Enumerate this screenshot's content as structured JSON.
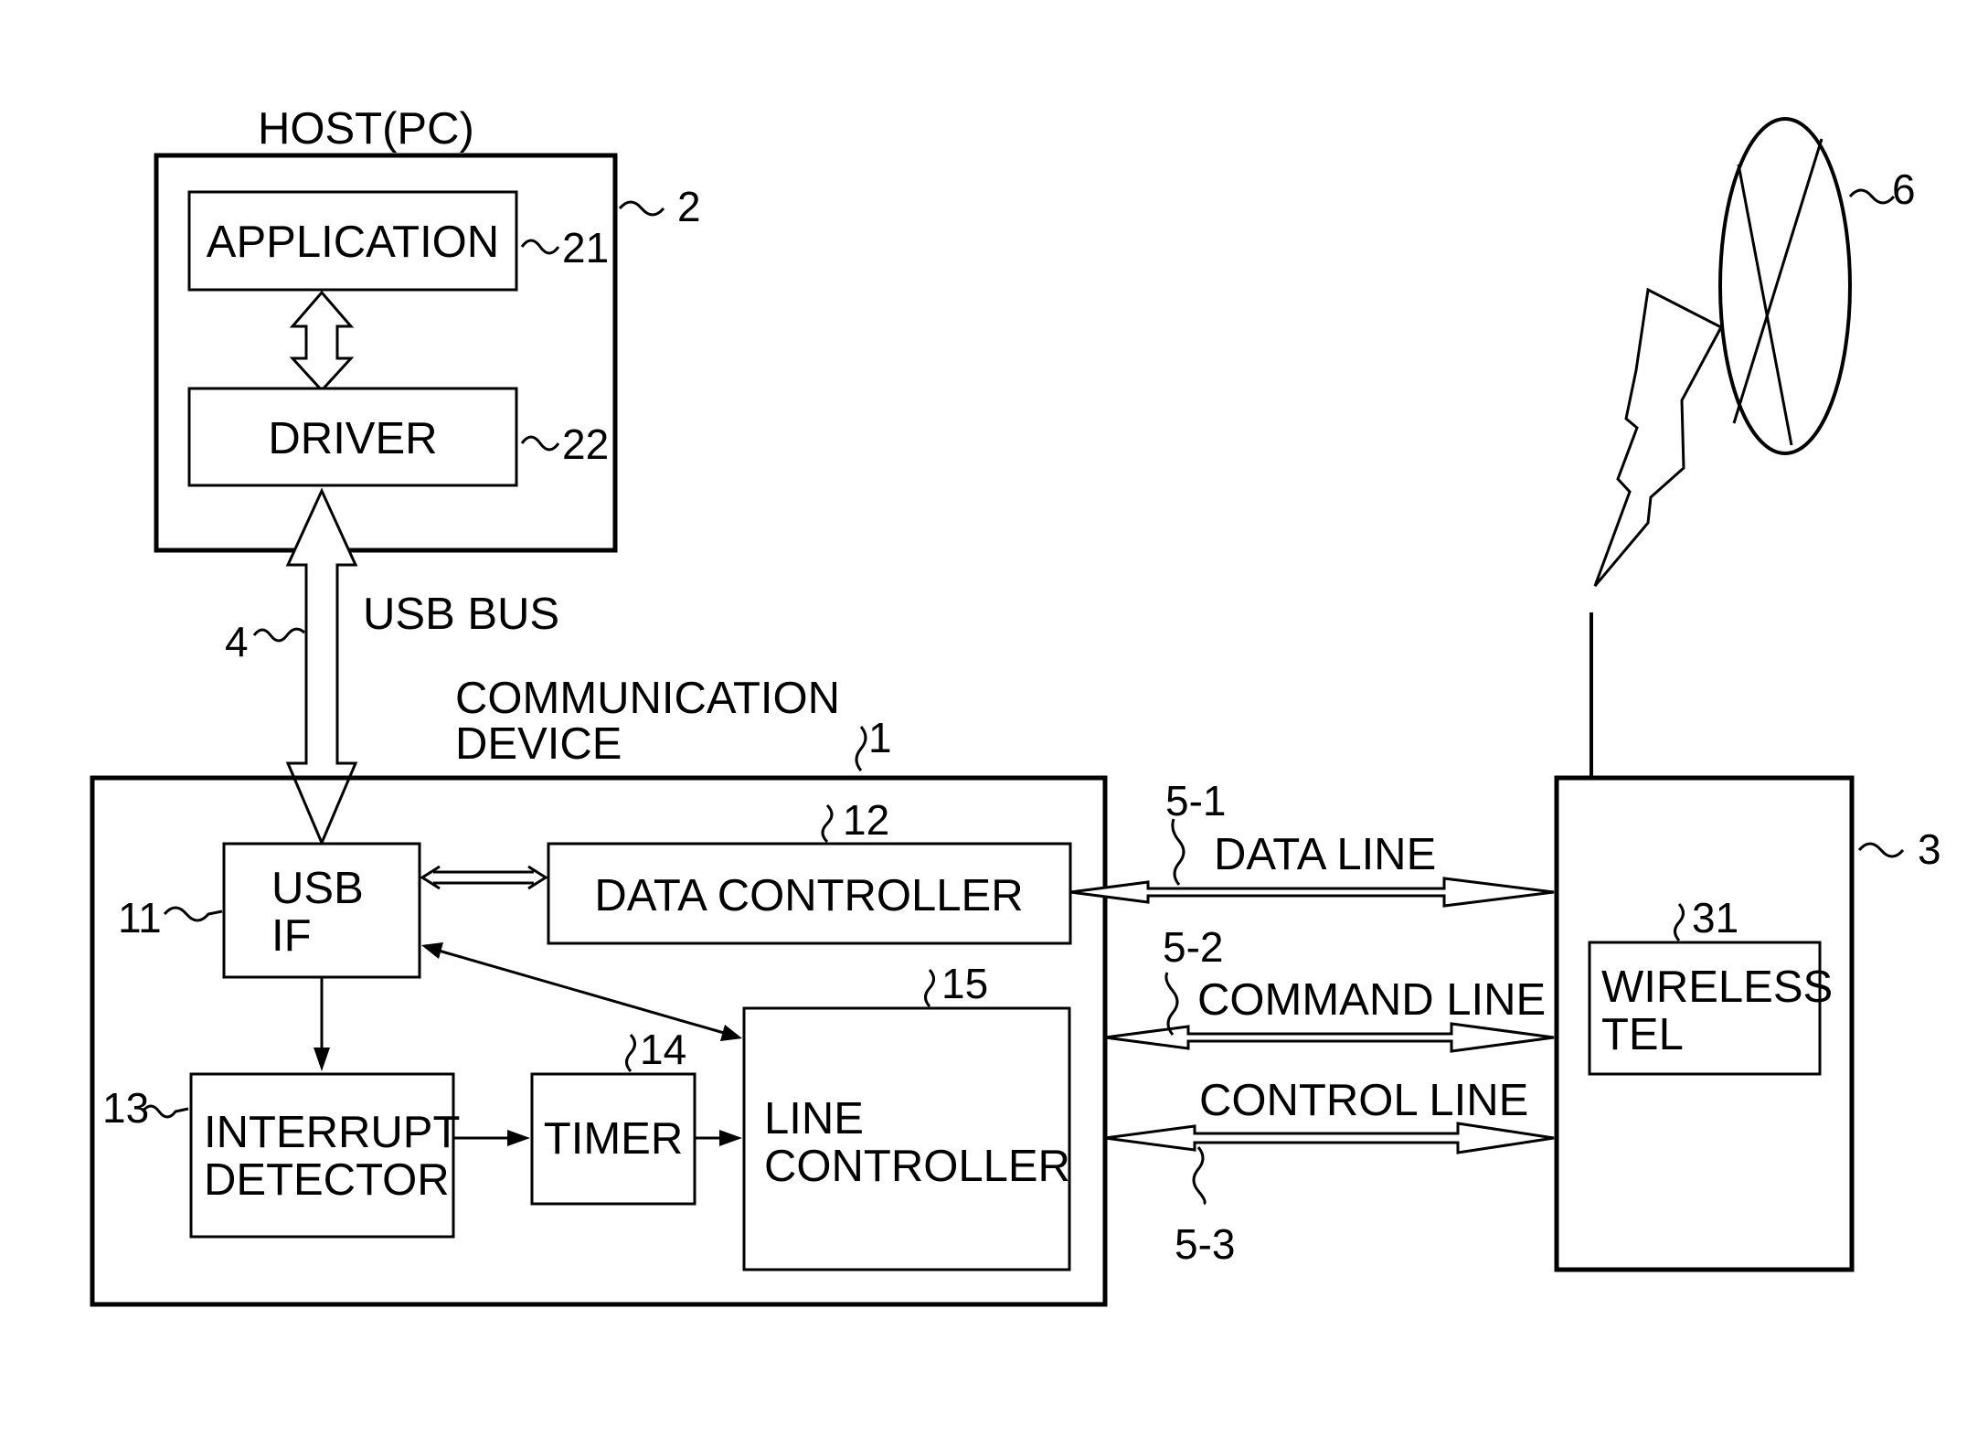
{
  "host": {
    "title": "HOST(PC)",
    "ref": "2",
    "application": {
      "label": "APPLICATION",
      "ref": "21"
    },
    "driver": {
      "label": "DRIVER",
      "ref": "22"
    }
  },
  "usb_bus": {
    "label": "USB BUS",
    "ref": "4"
  },
  "device": {
    "title_line1": "COMMUNICATION",
    "title_line2": "DEVICE",
    "ref": "1",
    "usb_if": {
      "line1": "USB",
      "line2": "IF",
      "ref": "11"
    },
    "data_controller": {
      "label": "DATA CONTROLLER",
      "ref": "12"
    },
    "interrupt_detector": {
      "line1": "INTERRUPT",
      "line2": "DETECTOR",
      "ref": "13"
    },
    "timer": {
      "label": "TIMER",
      "ref": "14"
    },
    "line_controller": {
      "line1": "LINE",
      "line2": "CONTROLLER",
      "ref": "15"
    }
  },
  "lines": {
    "data": {
      "label": "DATA LINE",
      "ref": "5-1"
    },
    "command": {
      "label": "COMMAND LINE",
      "ref": "5-2"
    },
    "control": {
      "label": "CONTROL LINE",
      "ref": "5-3"
    }
  },
  "phone": {
    "ref": "3",
    "wireless": {
      "line1": "WIRELESS",
      "line2": "TEL",
      "ref": "31"
    }
  },
  "network": {
    "ref": "6"
  }
}
